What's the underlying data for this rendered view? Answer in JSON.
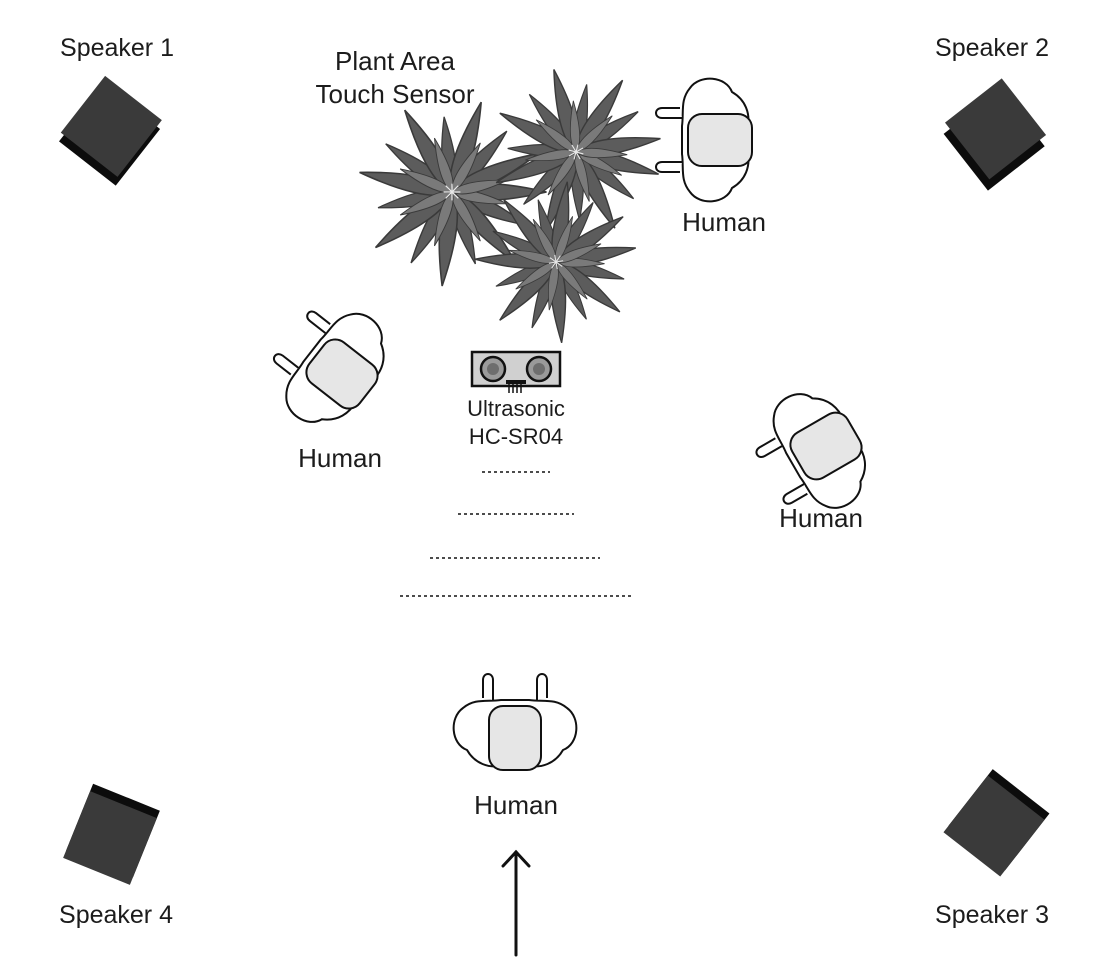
{
  "labels": {
    "speaker_1": "Speaker 1",
    "speaker_2": "Speaker 2",
    "speaker_3": "Speaker 3",
    "speaker_4": "Speaker 4",
    "plant_line_1": "Plant Area",
    "plant_line_2": "Touch Sensor",
    "sensor_line_1": "Ultrasonic",
    "sensor_line_2": "HC-SR04",
    "human": "Human"
  },
  "colors": {
    "speaker_face": "#3a3a3a",
    "speaker_edge": "#0c0c0c",
    "plant_leaf": "#5a5a5a",
    "human_fill": "#ffffff",
    "human_head": "#e6e6e6",
    "outline": "#111111"
  },
  "icons": [
    "speaker-icon",
    "plant-icon",
    "human-icon",
    "ultrasonic-sensor-icon",
    "arrow-up-icon"
  ]
}
